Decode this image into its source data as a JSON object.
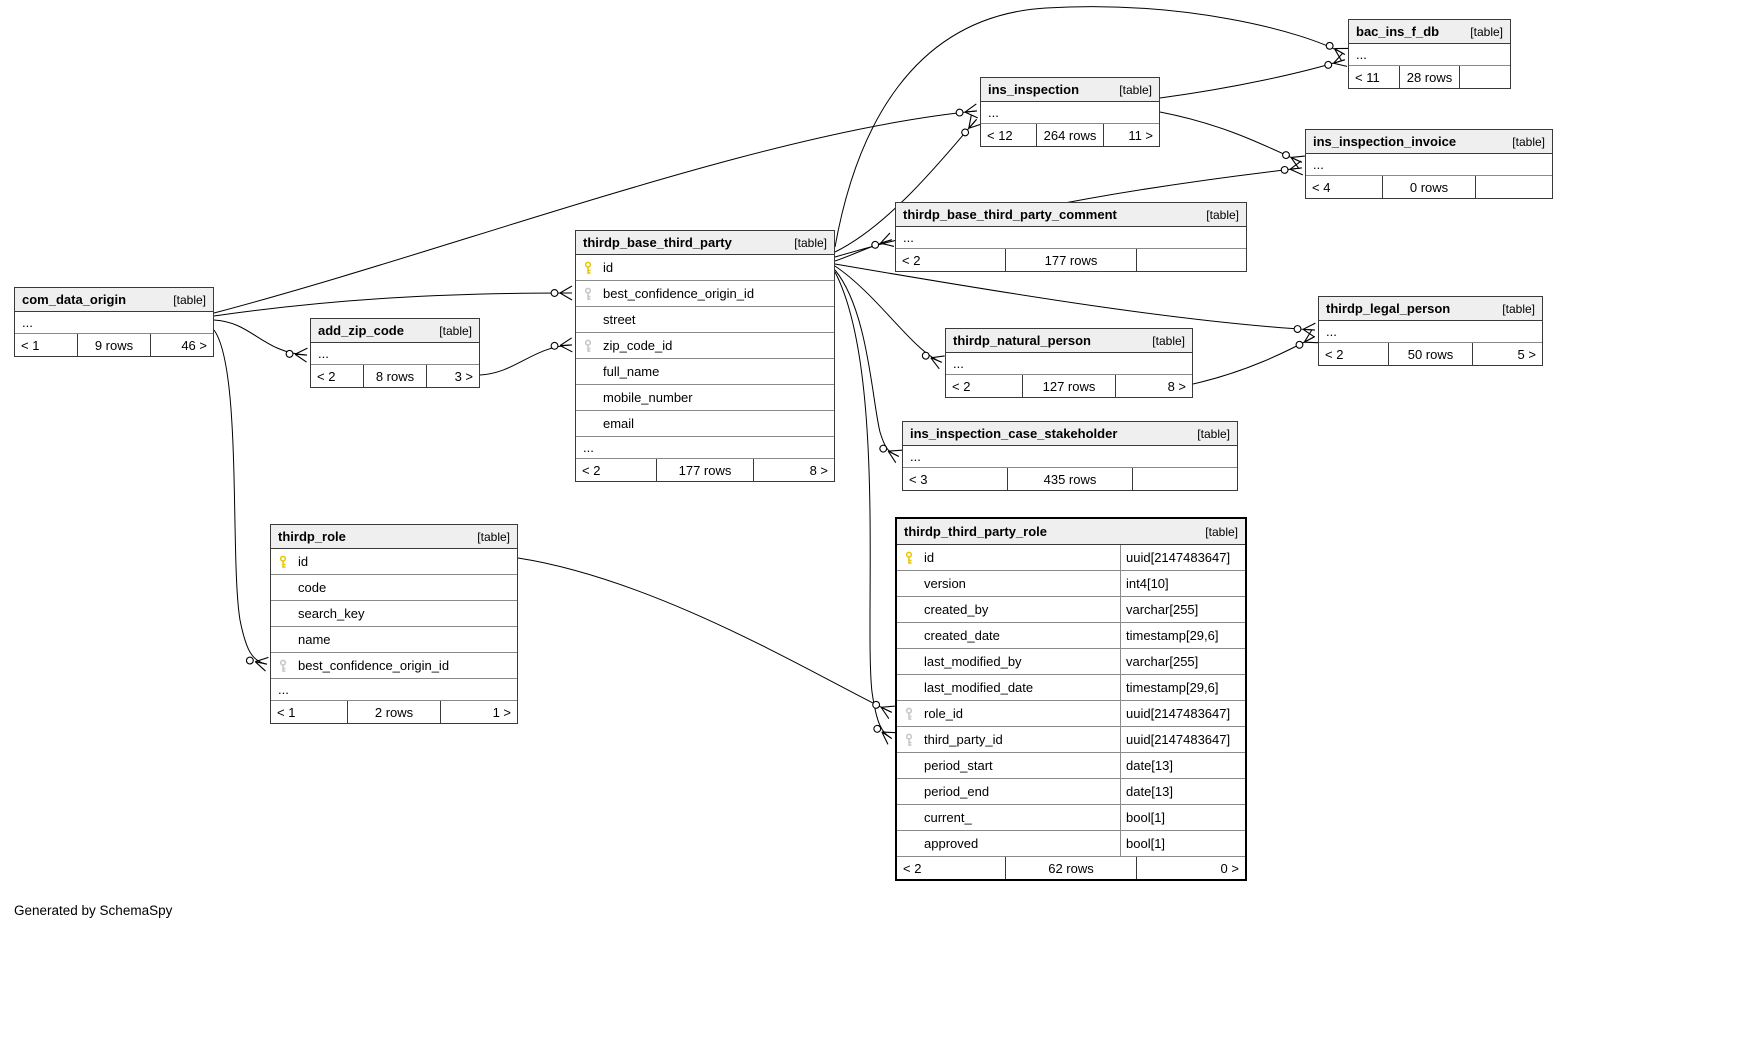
{
  "note": "Generated by SchemaSpy",
  "tables": [
    {
      "name": "com_data_origin",
      "tag": "[table]",
      "rows": [
        {
          "label": "..."
        }
      ],
      "footer": {
        "in": "< 1",
        "rows": "9 rows",
        "out": "46 >"
      }
    },
    {
      "name": "add_zip_code",
      "tag": "[table]",
      "rows": [
        {
          "label": "..."
        }
      ],
      "footer": {
        "in": "< 2",
        "rows": "8 rows",
        "out": "3 >"
      }
    },
    {
      "name": "thirdp_base_third_party",
      "tag": "[table]",
      "rows": [
        {
          "label": "id",
          "key": "pk"
        },
        {
          "label": "best_confidence_origin_id",
          "key": "fk"
        },
        {
          "label": "street"
        },
        {
          "label": "zip_code_id",
          "key": "fk"
        },
        {
          "label": "full_name"
        },
        {
          "label": "mobile_number"
        },
        {
          "label": "email"
        },
        {
          "label": "..."
        }
      ],
      "footer": {
        "in": "< 2",
        "rows": "177 rows",
        "out": "8 >"
      }
    },
    {
      "name": "ins_inspection",
      "tag": "[table]",
      "rows": [
        {
          "label": "..."
        }
      ],
      "footer": {
        "in": "< 12",
        "rows": "264 rows",
        "out": "11 >"
      }
    },
    {
      "name": "bac_ins_f_db",
      "tag": "[table]",
      "rows": [
        {
          "label": "..."
        }
      ],
      "footer": {
        "in": "< 11",
        "rows": "28 rows",
        "out": ""
      }
    },
    {
      "name": "ins_inspection_invoice",
      "tag": "[table]",
      "rows": [
        {
          "label": "..."
        }
      ],
      "footer": {
        "in": "< 4",
        "rows": "0 rows",
        "out": ""
      }
    },
    {
      "name": "thirdp_base_third_party_comment",
      "tag": "[table]",
      "rows": [
        {
          "label": "..."
        }
      ],
      "footer": {
        "in": "< 2",
        "rows": "177 rows",
        "out": ""
      }
    },
    {
      "name": "thirdp_legal_person",
      "tag": "[table]",
      "rows": [
        {
          "label": "..."
        }
      ],
      "footer": {
        "in": "< 2",
        "rows": "50 rows",
        "out": "5 >"
      }
    },
    {
      "name": "thirdp_natural_person",
      "tag": "[table]",
      "rows": [
        {
          "label": "..."
        }
      ],
      "footer": {
        "in": "< 2",
        "rows": "127 rows",
        "out": "8 >"
      }
    },
    {
      "name": "ins_inspection_case_stakeholder",
      "tag": "[table]",
      "rows": [
        {
          "label": "..."
        }
      ],
      "footer": {
        "in": "< 3",
        "rows": "435 rows",
        "out": ""
      }
    },
    {
      "name": "thirdp_role",
      "tag": "[table]",
      "rows": [
        {
          "label": "id",
          "key": "pk"
        },
        {
          "label": "code"
        },
        {
          "label": "search_key"
        },
        {
          "label": "name"
        },
        {
          "label": "best_confidence_origin_id",
          "key": "fk"
        },
        {
          "label": "..."
        }
      ],
      "footer": {
        "in": "< 1",
        "rows": "2 rows",
        "out": "1 >"
      }
    },
    {
      "name": "thirdp_third_party_role",
      "tag": "[table]",
      "rows": [
        {
          "label": "id",
          "key": "pk",
          "type": "uuid[2147483647]"
        },
        {
          "label": "version",
          "type": "int4[10]"
        },
        {
          "label": "created_by",
          "type": "varchar[255]"
        },
        {
          "label": "created_date",
          "type": "timestamp[29,6]"
        },
        {
          "label": "last_modified_by",
          "type": "varchar[255]"
        },
        {
          "label": "last_modified_date",
          "type": "timestamp[29,6]"
        },
        {
          "label": "role_id",
          "key": "fk",
          "type": "uuid[2147483647]"
        },
        {
          "label": "third_party_id",
          "key": "fk",
          "type": "uuid[2147483647]"
        },
        {
          "label": "period_start",
          "type": "date[13]"
        },
        {
          "label": "period_end",
          "type": "date[13]"
        },
        {
          "label": "current_",
          "type": "bool[1]"
        },
        {
          "label": "approved",
          "type": "bool[1]"
        }
      ],
      "footer": {
        "in": "< 2",
        "rows": "62 rows",
        "out": "0 >"
      }
    }
  ],
  "relationships": [
    {
      "from": "com_data_origin",
      "to": "add_zip_code"
    },
    {
      "from": "com_data_origin",
      "to": "thirdp_base_third_party"
    },
    {
      "from": "com_data_origin",
      "to": "thirdp_role"
    },
    {
      "from": "com_data_origin",
      "to": "ins_inspection"
    },
    {
      "from": "add_zip_code",
      "to": "thirdp_base_third_party"
    },
    {
      "from": "thirdp_base_third_party",
      "to": "ins_inspection"
    },
    {
      "from": "thirdp_base_third_party",
      "to": "bac_ins_f_db"
    },
    {
      "from": "ins_inspection",
      "to": "bac_ins_f_db"
    },
    {
      "from": "ins_inspection",
      "to": "ins_inspection_invoice"
    },
    {
      "from": "thirdp_base_third_party",
      "to": "ins_inspection_invoice"
    },
    {
      "from": "thirdp_base_third_party",
      "to": "thirdp_base_third_party_comment"
    },
    {
      "from": "thirdp_base_third_party",
      "to": "thirdp_natural_person"
    },
    {
      "from": "thirdp_base_third_party",
      "to": "thirdp_legal_person"
    },
    {
      "from": "thirdp_natural_person",
      "to": "thirdp_legal_person"
    },
    {
      "from": "thirdp_base_third_party",
      "to": "ins_inspection_case_stakeholder"
    },
    {
      "from": "thirdp_base_third_party",
      "to": "thirdp_third_party_role"
    },
    {
      "from": "thirdp_role",
      "to": "thirdp_third_party_role"
    }
  ]
}
